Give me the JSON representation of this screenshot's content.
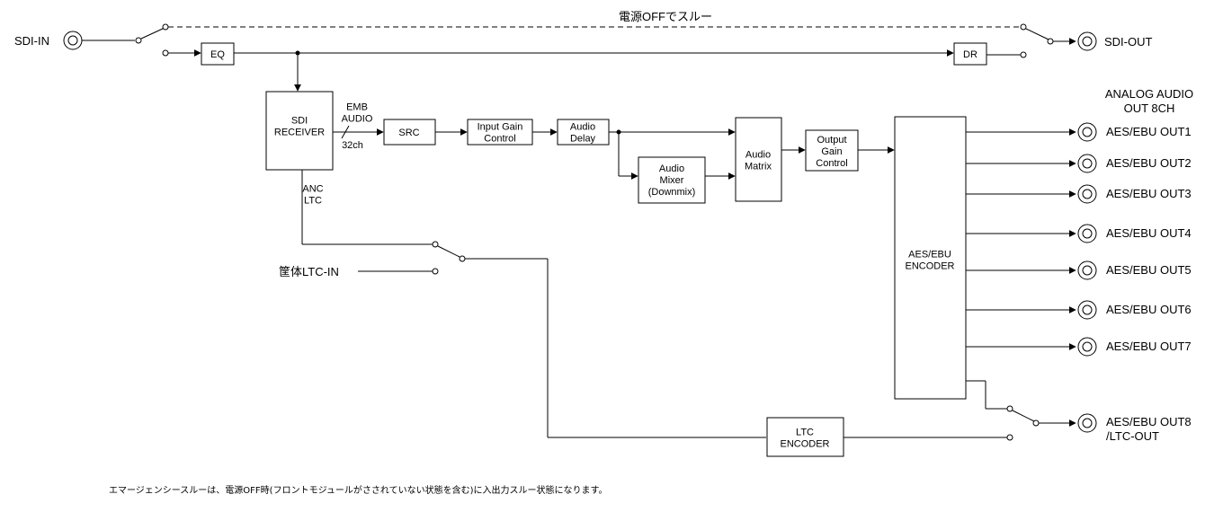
{
  "labels": {
    "sdi_in": "SDI-IN",
    "sdi_out": "SDI-OUT",
    "bypass": "電源OFFでスルー",
    "ltc_in": "筐体LTC-IN",
    "emb_audio": [
      "EMB",
      "AUDIO"
    ],
    "ch32": "32ch",
    "anc_ltc": [
      "ANC",
      "LTC"
    ],
    "analog_title": [
      "ANALOG AUDIO",
      "OUT 8CH"
    ],
    "note": "エマージェンシースルーは、電源OFF時(フロントモジュールがさされていない状態を含む)に入出力スルー状態になります。"
  },
  "blocks": {
    "eq": [
      "EQ"
    ],
    "dr": [
      "DR"
    ],
    "sdi_receiver": [
      "SDI",
      "RECEIVER"
    ],
    "src": [
      "SRC"
    ],
    "input_gain": [
      "Input Gain",
      "Control"
    ],
    "audio_delay": [
      "Audio",
      "Delay"
    ],
    "audio_mixer": [
      "Audio",
      "Mixer",
      "(Downmix)"
    ],
    "audio_matrix": [
      "Audio",
      "Matrix"
    ],
    "output_gain": [
      "Output",
      "Gain",
      "Control"
    ],
    "aes_encoder": [
      "AES/EBU",
      "ENCODER"
    ],
    "ltc_encoder": [
      "LTC",
      "ENCODER"
    ]
  },
  "outputs": [
    [
      "AES/EBU OUT1"
    ],
    [
      "AES/EBU OUT2"
    ],
    [
      "AES/EBU OUT3"
    ],
    [
      "AES/EBU OUT4"
    ],
    [
      "AES/EBU OUT5"
    ],
    [
      "AES/EBU OUT6"
    ],
    [
      "AES/EBU OUT7"
    ],
    [
      "AES/EBU OUT8",
      "/LTC-OUT"
    ]
  ]
}
